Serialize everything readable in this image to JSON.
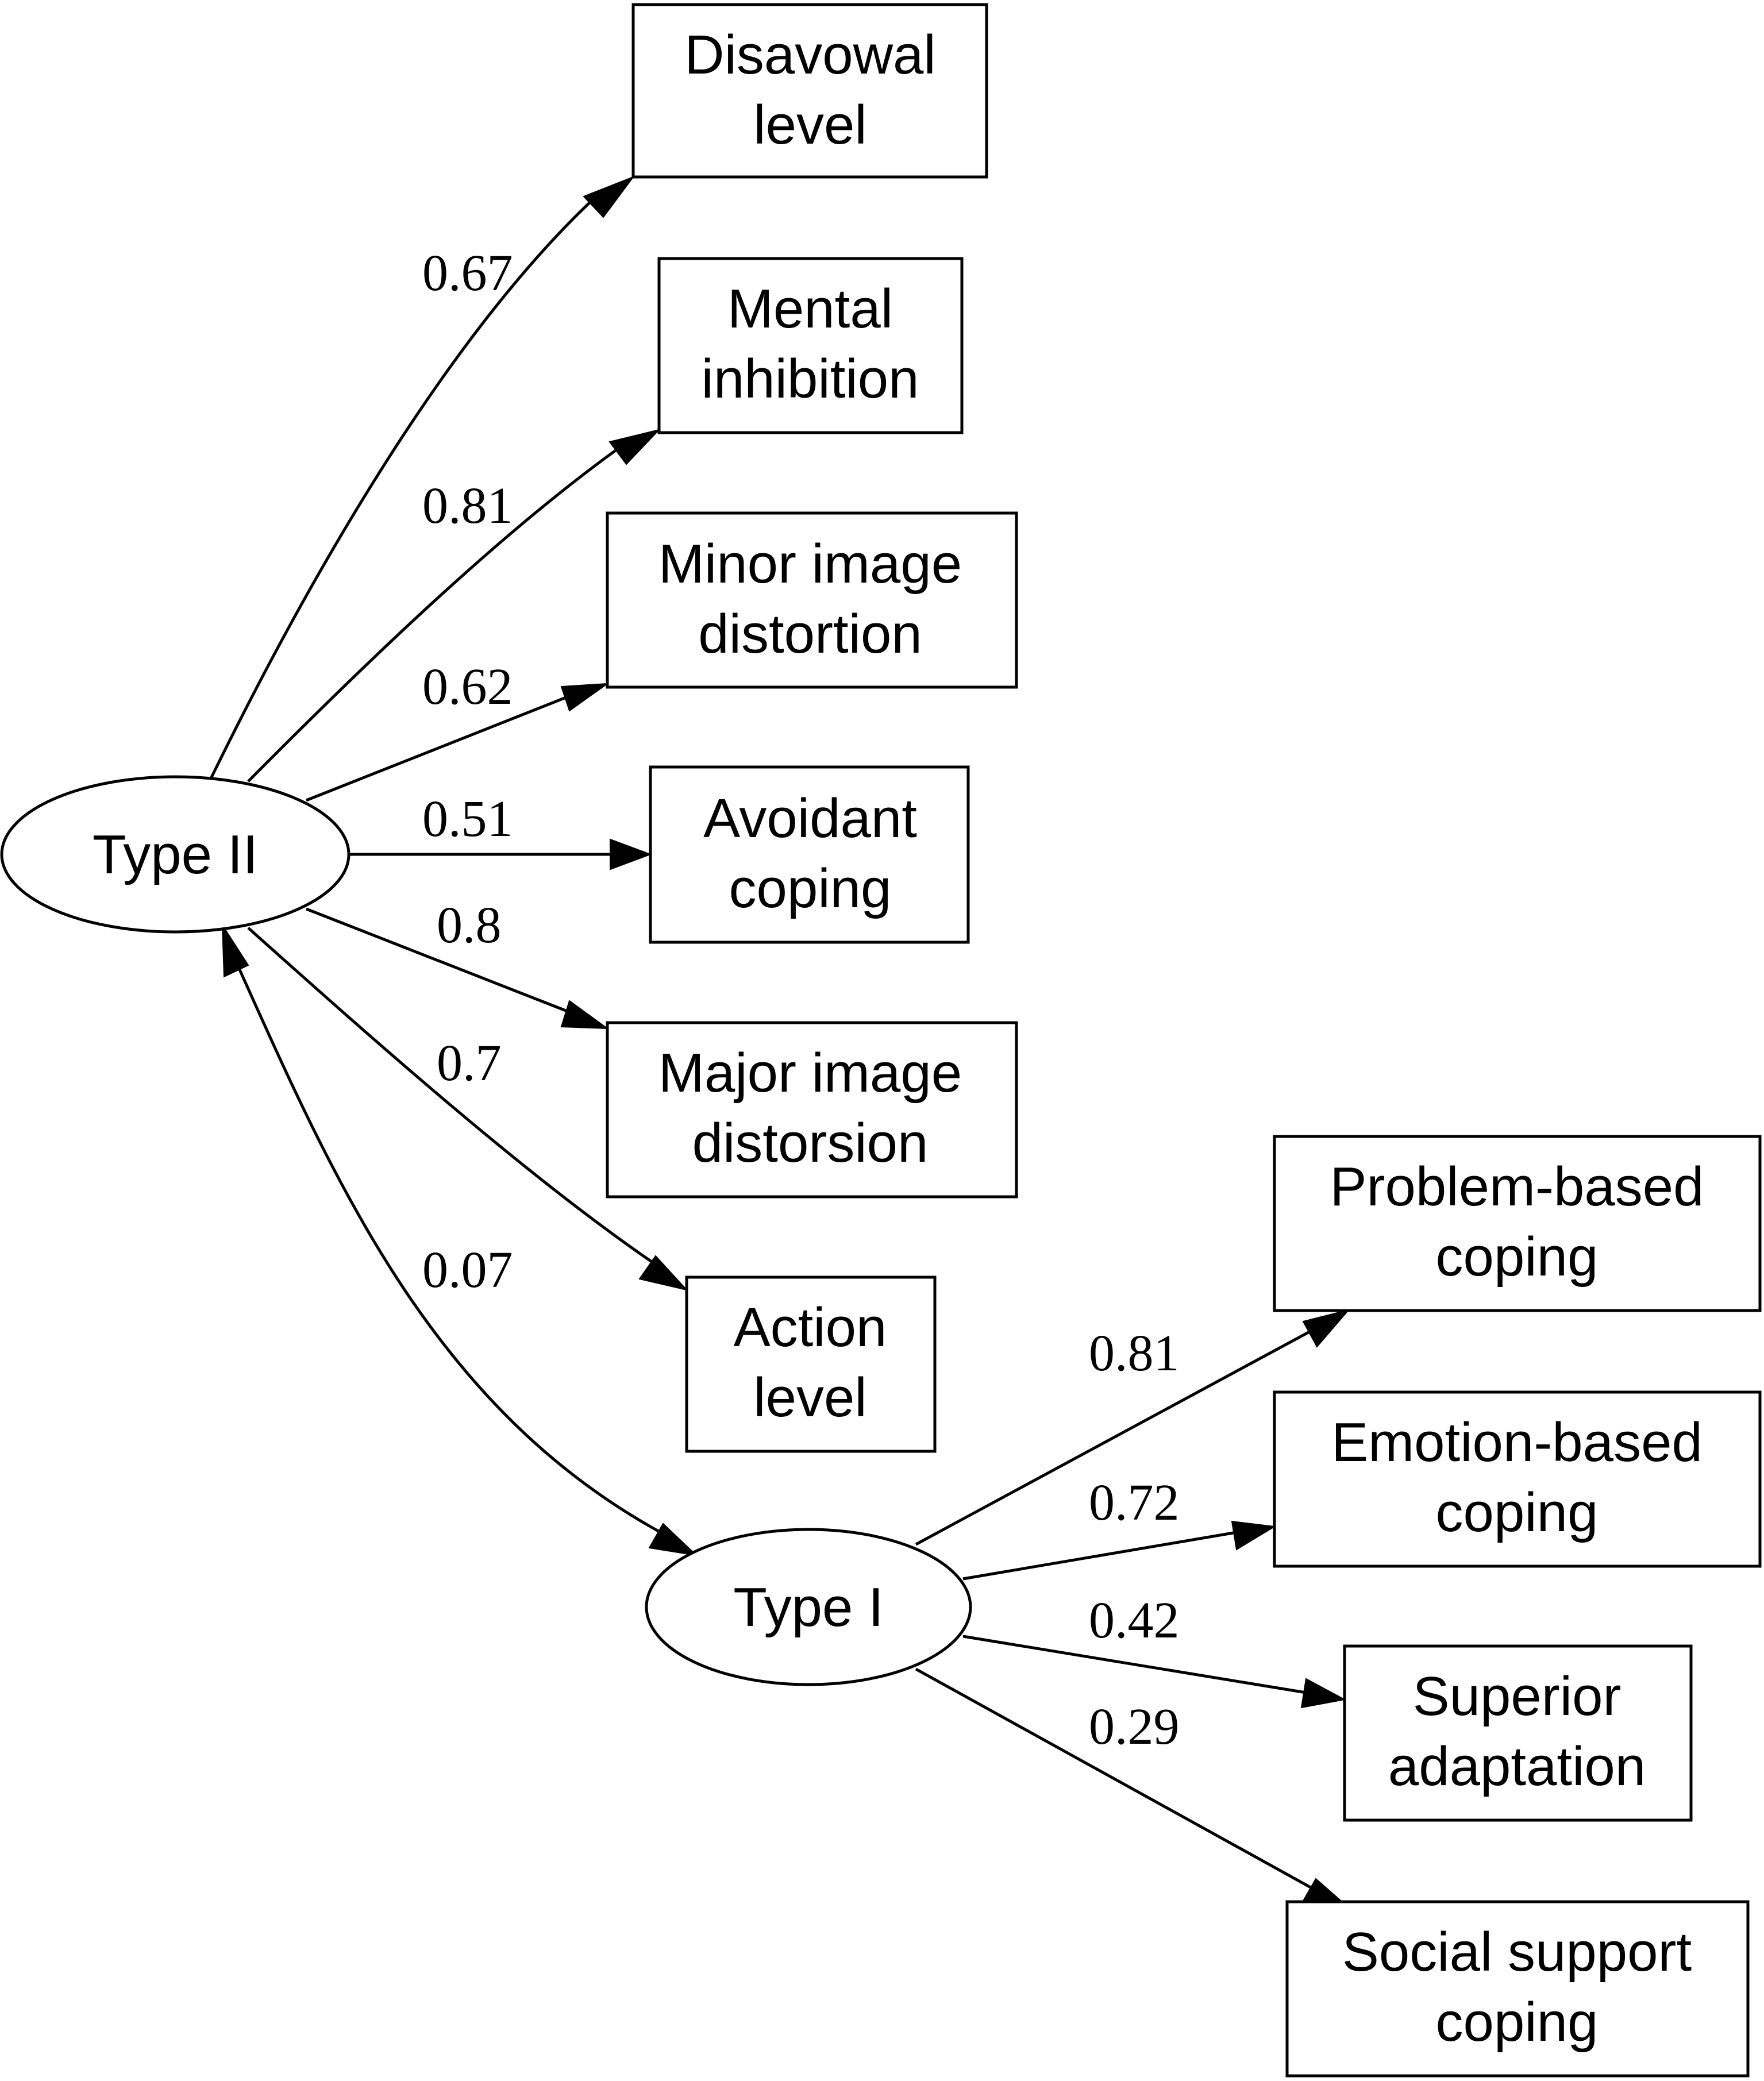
{
  "latent": {
    "type_ii": "Type II",
    "type_i": "Type I"
  },
  "indicators": {
    "disavowal": [
      "Disavowal",
      "level"
    ],
    "mental": [
      "Mental",
      "inhibition"
    ],
    "minor": [
      "Minor image",
      "distortion"
    ],
    "avoidant": [
      "Avoidant",
      "coping"
    ],
    "major": [
      "Major image",
      "distorsion"
    ],
    "action": [
      "Action",
      "level"
    ],
    "problem": [
      "Problem-based",
      "coping"
    ],
    "emotion": [
      "Emotion-based",
      "coping"
    ],
    "superior": [
      "Superior",
      "adaptation"
    ],
    "social": [
      "Social support",
      "coping"
    ]
  },
  "loadings": {
    "disavowal": "0.67",
    "mental": "0.81",
    "minor": "0.62",
    "avoidant": "0.51",
    "major": "0.8",
    "action": "0.7",
    "covariance": "0.07",
    "problem": "0.81",
    "emotion": "0.72",
    "superior": "0.42",
    "social": "0.29"
  }
}
